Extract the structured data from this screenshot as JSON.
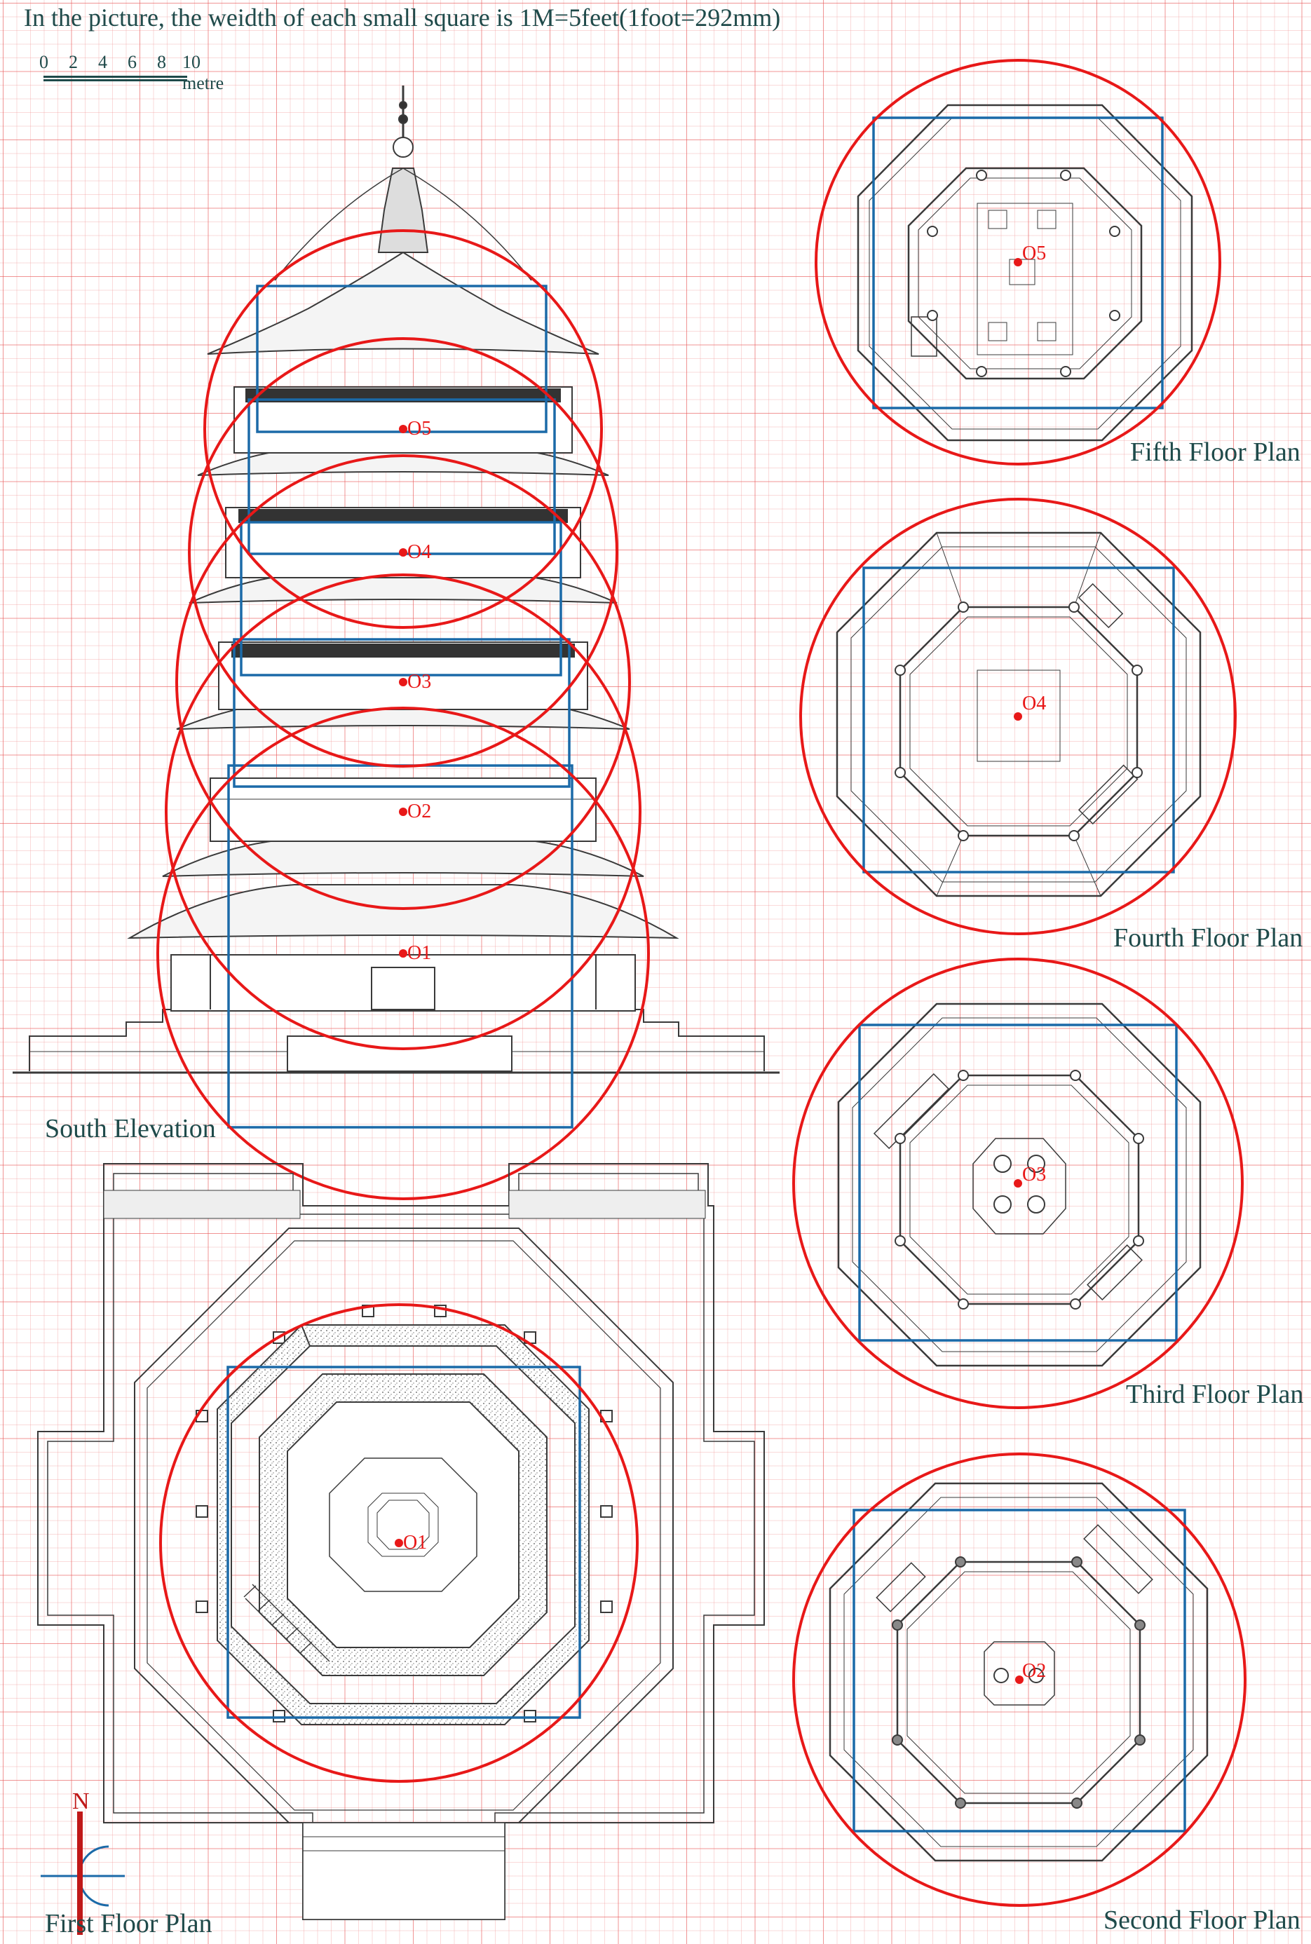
{
  "header": "In the picture, the weidth of each small square is 1M=5feet(1foot=292mm)",
  "scale": {
    "ticks": [
      "0",
      "2",
      "4",
      "6",
      "8",
      "10 metre"
    ]
  },
  "captions": {
    "south_elevation": "South Elevation",
    "first_floor": "First Floor Plan",
    "second_floor": "Second Floor Plan",
    "third_floor": "Third Floor Plan",
    "fourth_floor": "Fourth Floor Plan",
    "fifth_floor": "Fifth Floor Plan"
  },
  "centers": {
    "o1": "O1",
    "o2": "O2",
    "o3": "O3",
    "o4": "O4",
    "o5": "O5"
  },
  "north_label": "N",
  "colors": {
    "circle": "#e81818",
    "square": "#1b6aa8",
    "line": "#3a3a3a",
    "grid": "#e85a5a",
    "text": "#1f4a4a"
  }
}
